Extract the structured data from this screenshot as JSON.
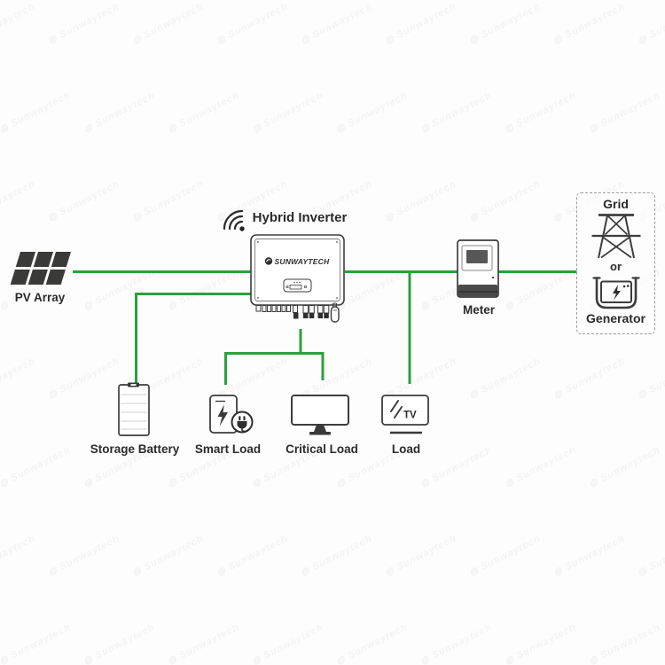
{
  "inverter": {
    "title": "Hybrid Inverter",
    "brand": "SUNWAYTECH"
  },
  "nodes": {
    "pv_array": {
      "label": "PV Array"
    },
    "storage_battery": {
      "label": "Storage Battery"
    },
    "smart_load": {
      "label": "Smart Load"
    },
    "critical_load": {
      "label": "Critical Load"
    },
    "load": {
      "label": "Load",
      "screen_text": "TV"
    },
    "meter": {
      "label": "Meter"
    },
    "grid_generator": {
      "grid_label": "Grid",
      "or_label": "or",
      "generator_label": "Generator"
    }
  },
  "colors": {
    "wire_green": "#2aa13c",
    "icon_stroke": "#3d3d3d",
    "text": "#2b2b2b",
    "meter_screen": "#575757"
  },
  "watermark": {
    "text": "Sunwaytech"
  }
}
